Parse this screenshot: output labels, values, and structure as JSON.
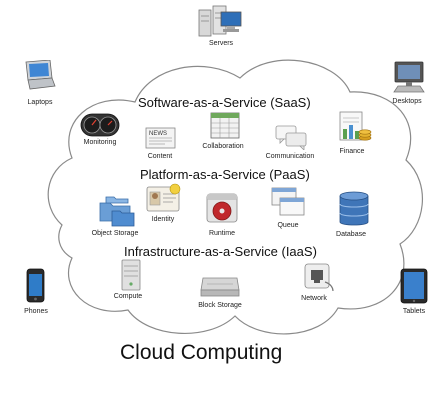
{
  "caption": "Cloud Computing",
  "layers": {
    "saas": "Software-as-a-Service (SaaS)",
    "paas": "Platform-as-a-Service (PaaS)",
    "iaas": "Infrastructure-as-a-Service (IaaS)"
  },
  "clients": {
    "servers": "Servers",
    "laptops": "Laptops",
    "desktops": "Desktops",
    "phones": "Phones",
    "tablets": "Tablets"
  },
  "saas_items": {
    "monitoring": "Monitoring",
    "content": "Content",
    "collaboration": "Collaboration",
    "communication": "Communication",
    "finance": "Finance"
  },
  "paas_items": {
    "object_storage": "Object Storage",
    "identity": "Identity",
    "runtime": "Runtime",
    "queue": "Queue",
    "database": "Database"
  },
  "iaas_items": {
    "compute": "Compute",
    "block_storage": "Block Storage",
    "network": "Network"
  },
  "icon_text": {
    "news": "NEWS"
  },
  "colors": {
    "cloud_stroke": "#8a8a8a",
    "blue_accent": "#3a78c0",
    "runtime_red": "#c0282c",
    "finance_gold": "#d8a020"
  }
}
